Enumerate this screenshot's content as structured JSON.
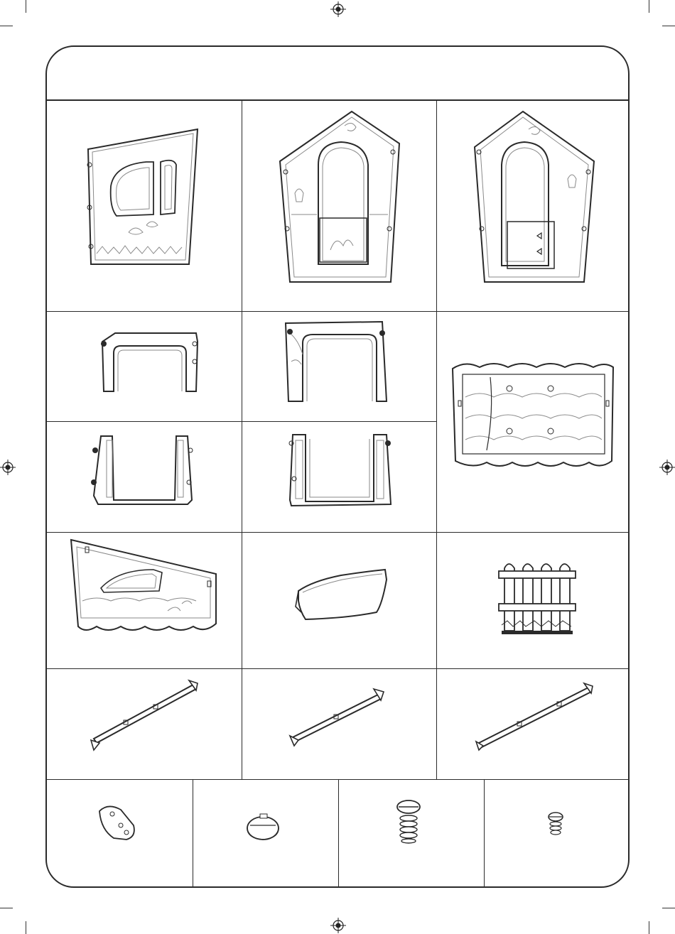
{
  "sheet": {
    "header_text": ""
  },
  "parts": [
    {
      "id": "side-window-panel"
    },
    {
      "id": "front-door-wall"
    },
    {
      "id": "back-door-wall"
    },
    {
      "id": "door-frame-upper"
    },
    {
      "id": "door-frame-upper-decorated"
    },
    {
      "id": "roof-panel"
    },
    {
      "id": "door-frame-lower"
    },
    {
      "id": "door-frame-lower-alt"
    },
    {
      "id": "gable-side-panel"
    },
    {
      "id": "flower-box"
    },
    {
      "id": "fence-gate"
    },
    {
      "id": "ridge-bar-short"
    },
    {
      "id": "ridge-bar-medium"
    },
    {
      "id": "ridge-bar-long"
    },
    {
      "id": "clip-connector"
    },
    {
      "id": "round-cap"
    },
    {
      "id": "screw-large"
    },
    {
      "id": "screw-small"
    }
  ],
  "colors": {
    "line": "#2a2a2a",
    "detail": "#8a8a8a",
    "fill": "#ffffff"
  }
}
